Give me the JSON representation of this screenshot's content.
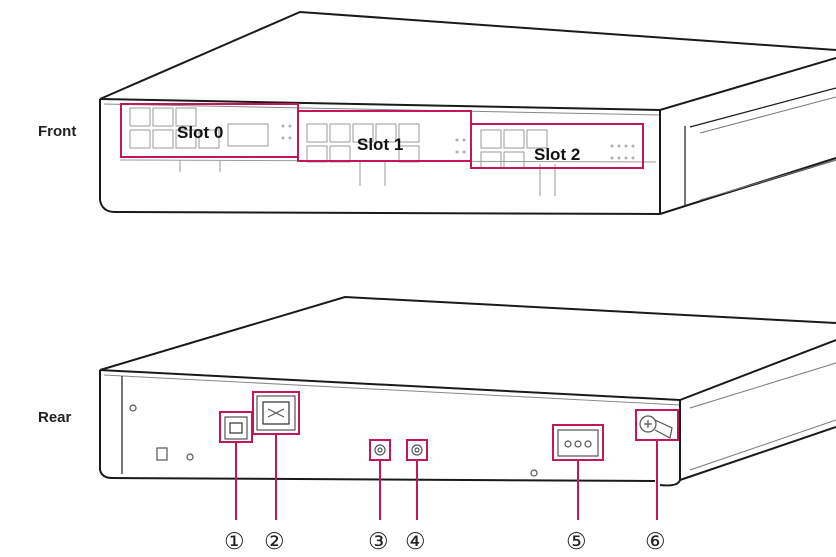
{
  "labels": {
    "front": "Front",
    "rear": "Rear"
  },
  "slots": [
    {
      "label": "Slot 0"
    },
    {
      "label": "Slot 1"
    },
    {
      "label": "Slot 2"
    }
  ],
  "callouts": [
    {
      "label": "①"
    },
    {
      "label": "②"
    },
    {
      "label": "③"
    },
    {
      "label": "④"
    },
    {
      "label": "⑤"
    },
    {
      "label": "⑥"
    }
  ],
  "colors": {
    "highlight": "#c2185b",
    "outline": "#1a1a1a",
    "detail": "#9a9a9a"
  }
}
